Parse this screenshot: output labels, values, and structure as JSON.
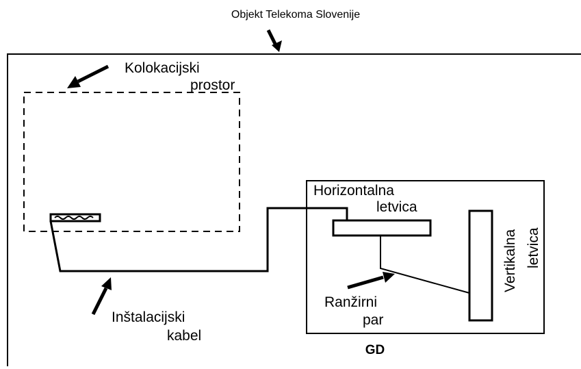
{
  "labels": {
    "building": "Objekt Telekoma Slovenije",
    "colocation_line1": "Kolokacijski",
    "colocation_line2": "prostor",
    "horizontal_line1": "Horizontalna",
    "horizontal_line2": "letvica",
    "vertical_line1": "Vertikalna",
    "vertical_line2": "letvica",
    "jumper_line1": "Ranžirni",
    "jumper_line2": "par",
    "cable_line1": "Inštalacijski",
    "cable_line2": "kabel",
    "gd": "GD"
  },
  "colors": {
    "stroke": "#000000",
    "background": "#ffffff"
  }
}
